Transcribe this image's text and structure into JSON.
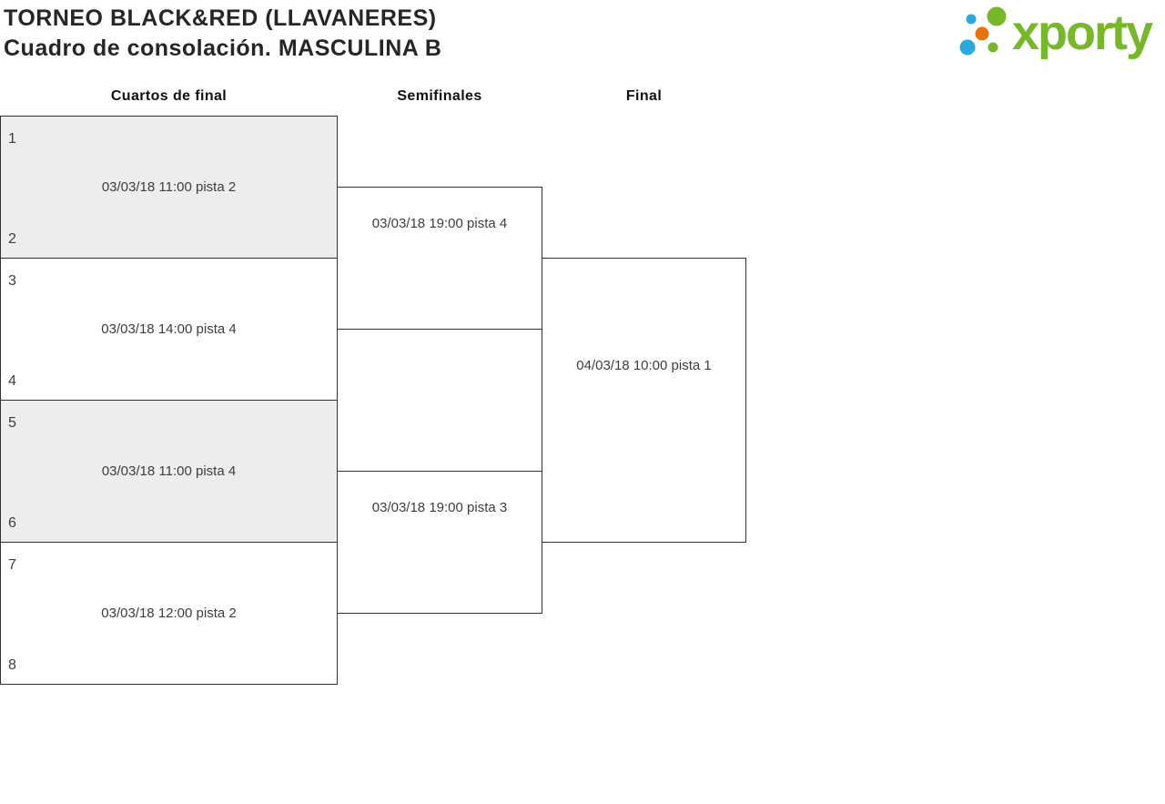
{
  "header": {
    "title_line1": "TORNEO BLACK&RED (LLAVANERES)",
    "title_line2": "Cuadro de consolación. MASCULINA B"
  },
  "logo": {
    "text": "xporty",
    "colors": {
      "green": "#76b82a",
      "blue": "#29a9e0",
      "orange": "#e8720c"
    }
  },
  "columns": [
    {
      "label": "Cuartos de final"
    },
    {
      "label": "Semifinales"
    },
    {
      "label": "Final"
    }
  ],
  "bracket": {
    "quarterfinals": [
      {
        "seed_top": "1",
        "seed_bottom": "2",
        "schedule": "03/03/18 11:00 pista 2"
      },
      {
        "seed_top": "3",
        "seed_bottom": "4",
        "schedule": "03/03/18 14:00 pista 4"
      },
      {
        "seed_top": "5",
        "seed_bottom": "6",
        "schedule": "03/03/18 11:00 pista 4"
      },
      {
        "seed_top": "7",
        "seed_bottom": "8",
        "schedule": "03/03/18 12:00 pista 2"
      }
    ],
    "semifinals": [
      {
        "schedule": "03/03/18 19:00 pista 4"
      },
      {
        "schedule": "03/03/18 19:00 pista 3"
      }
    ],
    "final": {
      "schedule": "04/03/18 10:00 pista 1"
    }
  },
  "theme": {
    "box_border": "#333333",
    "box_shaded_fill": "#ededed",
    "text_dark": "#262626",
    "text_muted": "#3d3d3d"
  }
}
